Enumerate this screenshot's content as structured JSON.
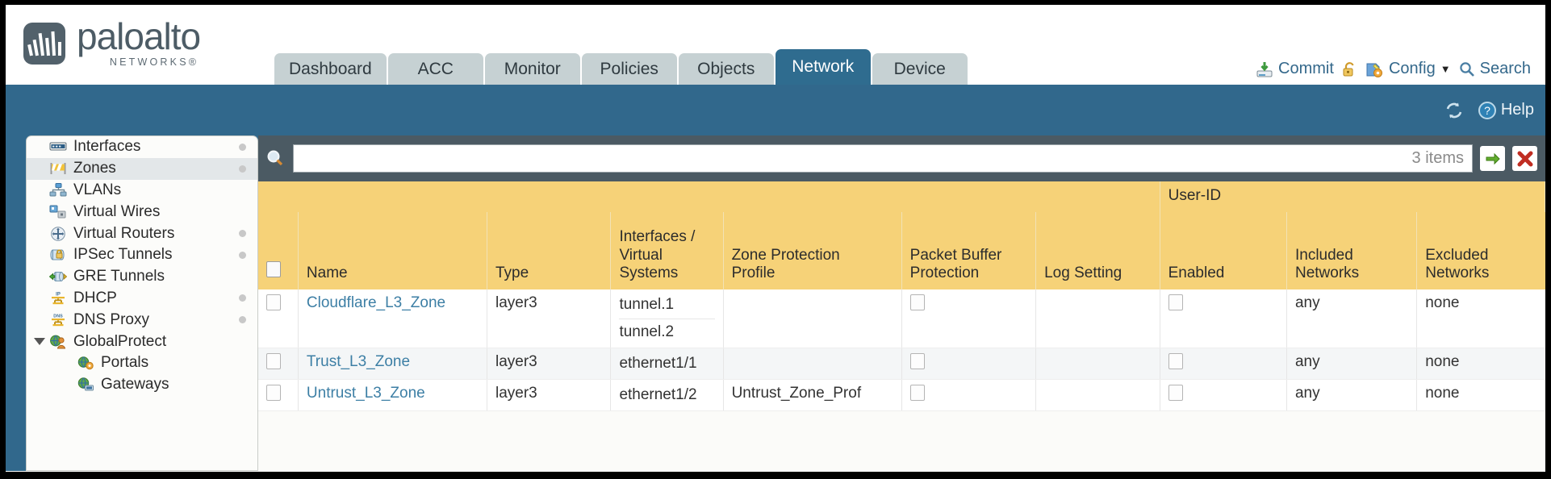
{
  "brand": {
    "name": "paloalto",
    "sub": "NETWORKS®",
    "logo_icon": "paloalto-logo-icon"
  },
  "header": {
    "tabs": [
      {
        "label": "Dashboard",
        "active": false
      },
      {
        "label": "ACC",
        "active": false
      },
      {
        "label": "Monitor",
        "active": false
      },
      {
        "label": "Policies",
        "active": false
      },
      {
        "label": "Objects",
        "active": false
      },
      {
        "label": "Network",
        "active": true
      },
      {
        "label": "Device",
        "active": false
      }
    ],
    "actions": {
      "commit": "Commit",
      "commit_icon": "commit-save-icon",
      "lock": "",
      "lock_icon": "padlock-icon",
      "config": "Config",
      "config_icon": "config-wrench-icon",
      "config_caret": "▼",
      "search": "Search",
      "search_icon": "magnifier-icon"
    }
  },
  "band": {
    "refresh_icon": "refresh-icon",
    "help_label": "Help",
    "help_icon": "help-question-icon"
  },
  "sidebar": {
    "items": [
      {
        "label": "Interfaces",
        "icon": "interfaces-icon",
        "selected": false,
        "sub": false,
        "dot": true,
        "caret": false
      },
      {
        "label": "Zones",
        "icon": "zones-icon",
        "selected": true,
        "sub": false,
        "dot": true,
        "caret": false
      },
      {
        "label": "VLANs",
        "icon": "vlans-icon",
        "selected": false,
        "sub": false,
        "dot": false,
        "caret": false
      },
      {
        "label": "Virtual Wires",
        "icon": "virtual-wires-icon",
        "selected": false,
        "sub": false,
        "dot": false,
        "caret": false
      },
      {
        "label": "Virtual Routers",
        "icon": "virtual-routers-icon",
        "selected": false,
        "sub": false,
        "dot": true,
        "caret": false
      },
      {
        "label": "IPSec Tunnels",
        "icon": "ipsec-tunnels-icon",
        "selected": false,
        "sub": false,
        "dot": true,
        "caret": false
      },
      {
        "label": "GRE Tunnels",
        "icon": "gre-tunnels-icon",
        "selected": false,
        "sub": false,
        "dot": false,
        "caret": false
      },
      {
        "label": "DHCP",
        "icon": "dhcp-icon",
        "selected": false,
        "sub": false,
        "dot": true,
        "caret": false
      },
      {
        "label": "DNS Proxy",
        "icon": "dns-proxy-icon",
        "selected": false,
        "sub": false,
        "dot": true,
        "caret": false
      },
      {
        "label": "GlobalProtect",
        "icon": "globalprotect-icon",
        "selected": false,
        "sub": false,
        "dot": false,
        "caret": true
      },
      {
        "label": "Portals",
        "icon": "portals-icon",
        "selected": false,
        "sub": true,
        "dot": false,
        "caret": false
      },
      {
        "label": "Gateways",
        "icon": "gateways-icon",
        "selected": false,
        "sub": true,
        "dot": false,
        "caret": false
      }
    ]
  },
  "search": {
    "value": "",
    "placeholder": "",
    "item_count": "3 items",
    "icon": "magnifier-icon",
    "apply_icon": "apply-arrow-icon",
    "clear_icon": "clear-x-icon"
  },
  "table": {
    "group_header": "User-ID",
    "columns": [
      "Name",
      "Type",
      "Interfaces / Virtual Systems",
      "Zone Protection Profile",
      "Packet Buffer Protection",
      "Log Setting",
      "Enabled",
      "Included Networks",
      "Excluded Networks"
    ],
    "column_lines": {
      "name": "Name",
      "type": "Type",
      "interfaces": [
        "Interfaces /",
        "Virtual",
        "Systems"
      ],
      "zone_protection": [
        "Zone Protection",
        "Profile"
      ],
      "packet_buffer": [
        "Packet Buffer",
        "Protection"
      ],
      "log_setting": "Log Setting",
      "enabled": "Enabled",
      "included": [
        "Included",
        "Networks"
      ],
      "excluded": [
        "Excluded",
        "Networks"
      ]
    },
    "rows": [
      {
        "selected": false,
        "name": "Cloudflare_L3_Zone",
        "type": "layer3",
        "interfaces": [
          "tunnel.1",
          "tunnel.2"
        ],
        "zone_protection_profile": "",
        "packet_buffer_protection": false,
        "log_setting": "",
        "userid_enabled": false,
        "included_networks": "any",
        "excluded_networks": "none"
      },
      {
        "selected": false,
        "name": "Trust_L3_Zone",
        "type": "layer3",
        "interfaces": [
          "ethernet1/1"
        ],
        "zone_protection_profile": "",
        "packet_buffer_protection": false,
        "log_setting": "",
        "userid_enabled": false,
        "included_networks": "any",
        "excluded_networks": "none"
      },
      {
        "selected": false,
        "name": "Untrust_L3_Zone",
        "type": "layer3",
        "interfaces": [
          "ethernet1/2"
        ],
        "zone_protection_profile": "Untrust_Zone_Prof",
        "packet_buffer_protection": false,
        "log_setting": "",
        "userid_enabled": false,
        "included_networks": "any",
        "excluded_networks": "none"
      }
    ]
  },
  "colors": {
    "brand_blue": "#31688c",
    "tab_inactive": "#c6d1d3",
    "table_header": "#f6d278",
    "group_header": "#e2b541",
    "search_band": "#4b5a63",
    "link": "#3d7fa5"
  }
}
